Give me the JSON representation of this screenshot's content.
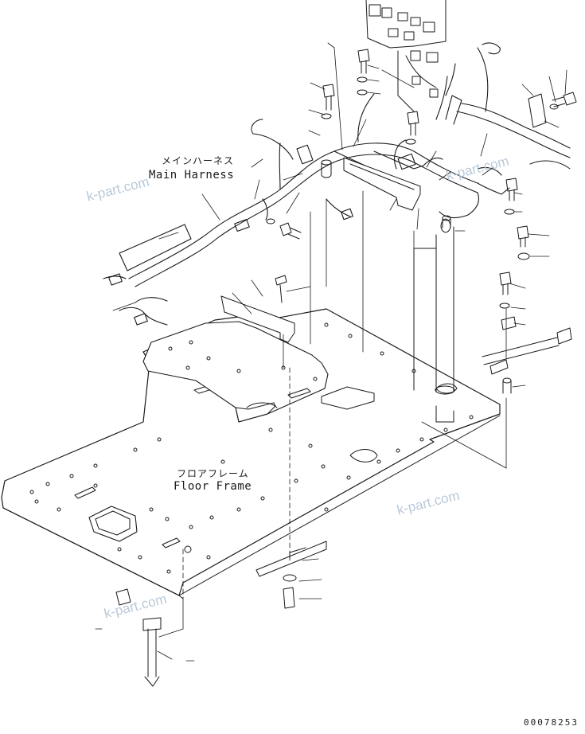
{
  "labels": {
    "main_harness_jp": "メインハーネス",
    "main_harness_en": "Main Harness",
    "floor_frame_jp": "フロアフレーム",
    "floor_frame_en": "Floor Frame"
  },
  "watermarks": [
    "k-part.com",
    "k-part.com",
    "k-part.com",
    "k-part.com"
  ],
  "part_number": "00078253",
  "colors": {
    "line": "#1a1a1a",
    "watermark": "#b9c9d9"
  }
}
